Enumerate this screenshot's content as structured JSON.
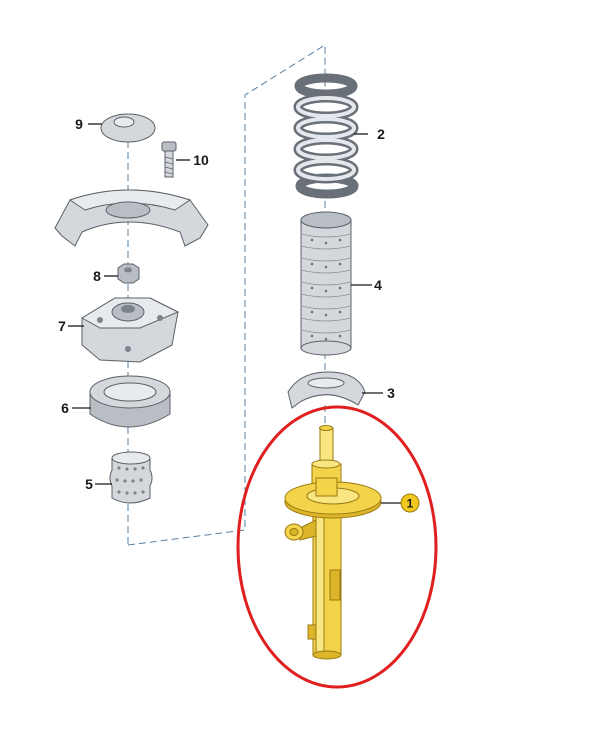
{
  "callouts": [
    {
      "id": "1",
      "label": "1",
      "highlighted": true
    },
    {
      "id": "2",
      "label": "2"
    },
    {
      "id": "3",
      "label": "3"
    },
    {
      "id": "4",
      "label": "4"
    },
    {
      "id": "5",
      "label": "5"
    },
    {
      "id": "6",
      "label": "6"
    },
    {
      "id": "7",
      "label": "7"
    },
    {
      "id": "8",
      "label": "8"
    },
    {
      "id": "9",
      "label": "9"
    },
    {
      "id": "10",
      "label": "10"
    }
  ],
  "colors": {
    "highlight_ellipse": "#e02020",
    "badge": "#f2c81e",
    "strut": "#f3d34a",
    "parts": "#d4d8dc"
  }
}
